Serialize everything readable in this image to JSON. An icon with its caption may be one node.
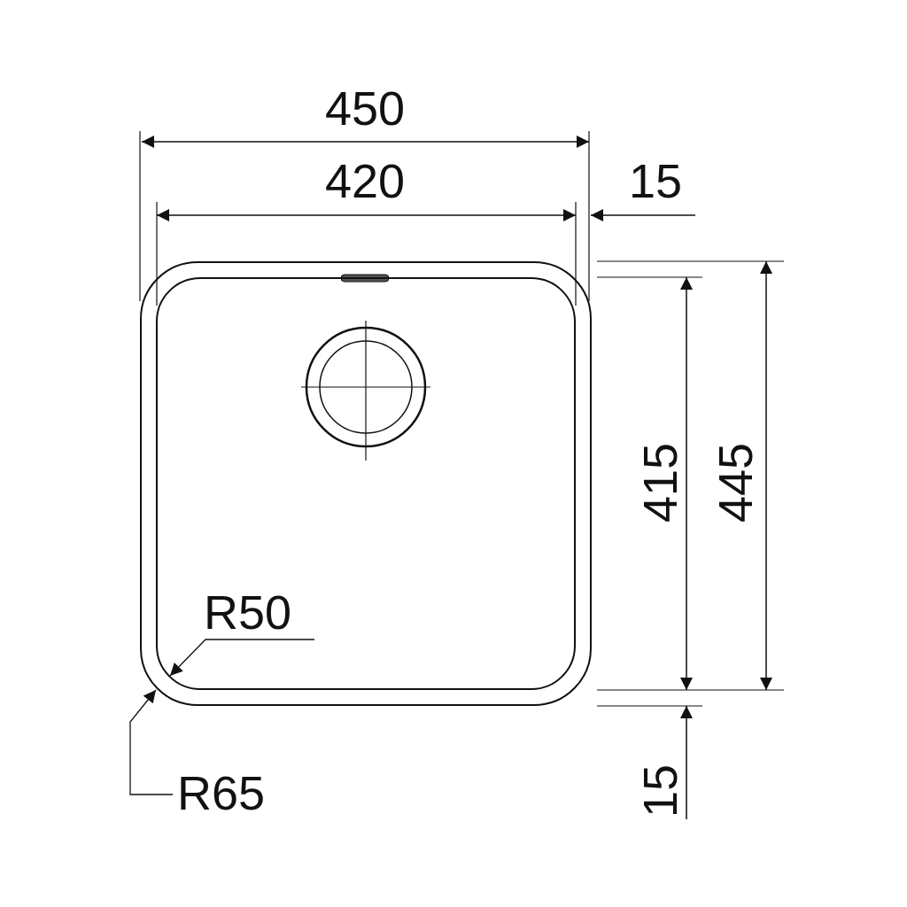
{
  "diagram": {
    "nodes": [
      {
        "text": [],
        "shape": "box"
      },
      {
        "text": [],
        "shape": "box",
        "in": 0
      },
      {
        "text": [
          "R50"
        ],
        "in": 1
      },
      {
        "text": [
          "R65"
        ]
      }
    ],
    "edges": [
      {
        "from": 2,
        "to": 1,
        "arrow": "to"
      },
      {
        "from": 3,
        "to": 0,
        "arrow": "to"
      }
    ],
    "labels": [
      "450",
      "420",
      "15",
      "415",
      "445",
      "15"
    ]
  }
}
